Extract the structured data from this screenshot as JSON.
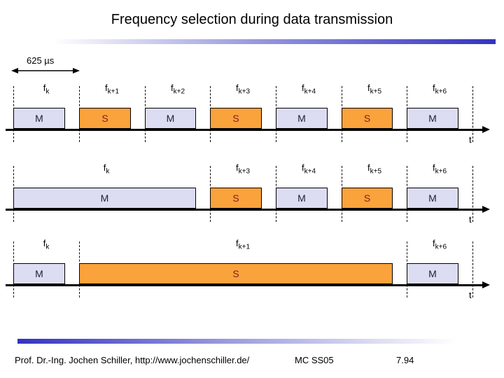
{
  "title": "Frequency selection during data transmission",
  "timing": {
    "label": "625 µs"
  },
  "t_label": "t",
  "colors": {
    "master_fill": "#dcdcf2",
    "slave_fill": "#faa23c",
    "master_letter": "#202038",
    "slave_letter": "#7f2020",
    "gradient_blue": "#3333c2",
    "line_black": "#000000"
  },
  "rows": [
    {
      "labels": [
        {
          "base": "f",
          "sub": "k"
        },
        {
          "base": "f",
          "sub": "k+1"
        },
        {
          "base": "f",
          "sub": "k+2"
        },
        {
          "base": "f",
          "sub": "k+3"
        },
        {
          "base": "f",
          "sub": "k+4"
        },
        {
          "base": "f",
          "sub": "k+5"
        },
        {
          "base": "f",
          "sub": "k+6"
        }
      ],
      "boxes": [
        "M",
        "S",
        "M",
        "S",
        "M",
        "S",
        "M"
      ]
    },
    {
      "labels": [
        {
          "base": "f",
          "sub": "k"
        },
        {
          "base": "f",
          "sub": "k+3"
        },
        {
          "base": "f",
          "sub": "k+4"
        },
        {
          "base": "f",
          "sub": "k+5"
        },
        {
          "base": "f",
          "sub": "k+6"
        }
      ],
      "boxes": [
        "M",
        "S",
        "M",
        "S",
        "M"
      ]
    },
    {
      "labels": [
        {
          "base": "f",
          "sub": "k"
        },
        {
          "base": "f",
          "sub": "k+1"
        },
        {
          "base": "f",
          "sub": "k+6"
        }
      ],
      "boxes": [
        "M",
        "S",
        "M"
      ]
    }
  ],
  "footer": {
    "author": "Prof. Dr.-Ing. Jochen Schiller, http://www.jochenschiller.de/",
    "course": "MC SS05",
    "page": "7.94"
  }
}
